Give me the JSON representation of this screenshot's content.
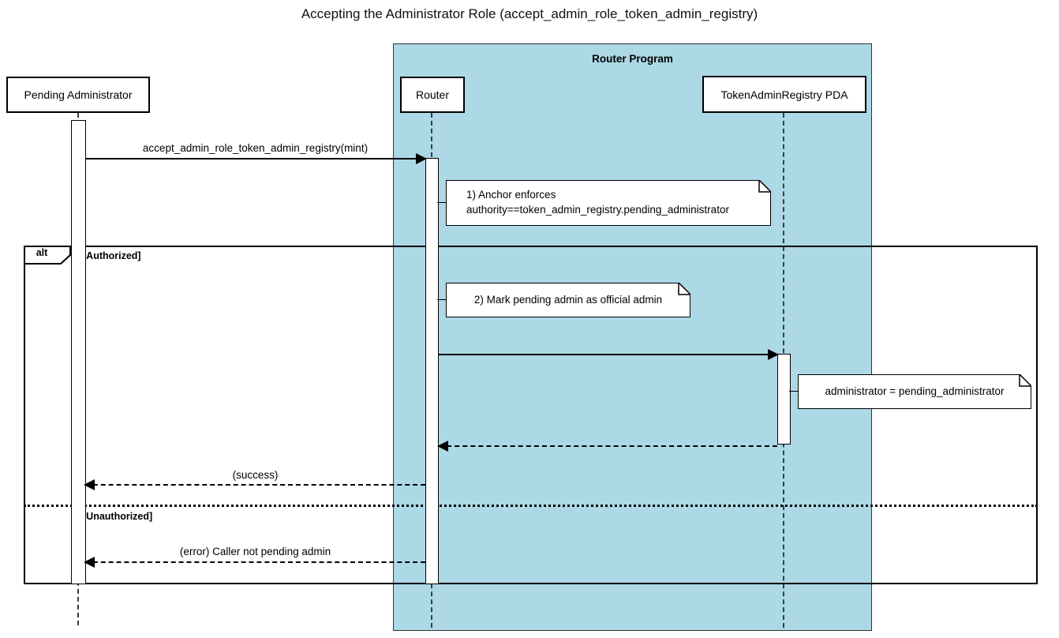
{
  "diagram": {
    "title": "Accepting the Administrator Role (accept_admin_role_token_admin_registry)",
    "colors": {
      "container_fill": "#ADD8E6",
      "container_border": "#333333",
      "shape_fill": "#FFFFFF",
      "line": "#000000"
    },
    "container": {
      "label": "Router Program"
    },
    "participants": {
      "pending_admin": {
        "label": "Pending Administrator"
      },
      "router": {
        "label": "Router"
      },
      "pda": {
        "label": "TokenAdminRegistry PDA"
      }
    },
    "messages": {
      "call": {
        "label": "accept_admin_role_token_admin_registry(mint)",
        "style": "solid",
        "from": "Pending Administrator",
        "to": "Router"
      },
      "update": {
        "label": "",
        "style": "solid",
        "from": "Router",
        "to": "TokenAdminRegistry PDA"
      },
      "return_pda": {
        "label": "",
        "style": "dashed",
        "from": "TokenAdminRegistry PDA",
        "to": "Router"
      },
      "success": {
        "label": "(success)",
        "style": "dashed",
        "from": "Router",
        "to": "Pending Administrator"
      },
      "error": {
        "label": "(error) Caller not pending admin",
        "style": "dashed",
        "from": "Router",
        "to": "Pending Administrator"
      }
    },
    "notes": {
      "anchor_enforces": {
        "line1": "1) Anchor enforces",
        "line2": "authority==token_admin_registry.pending_administrator"
      },
      "mark_admin": {
        "line1": "2) Mark pending admin as official admin"
      },
      "assign_admin": {
        "line1": "administrator = pending_administrator"
      }
    },
    "alt_frame": {
      "operator": "alt",
      "authorized_label": "[Authorized]",
      "unauthorized_label": "[Unauthorized]"
    }
  }
}
